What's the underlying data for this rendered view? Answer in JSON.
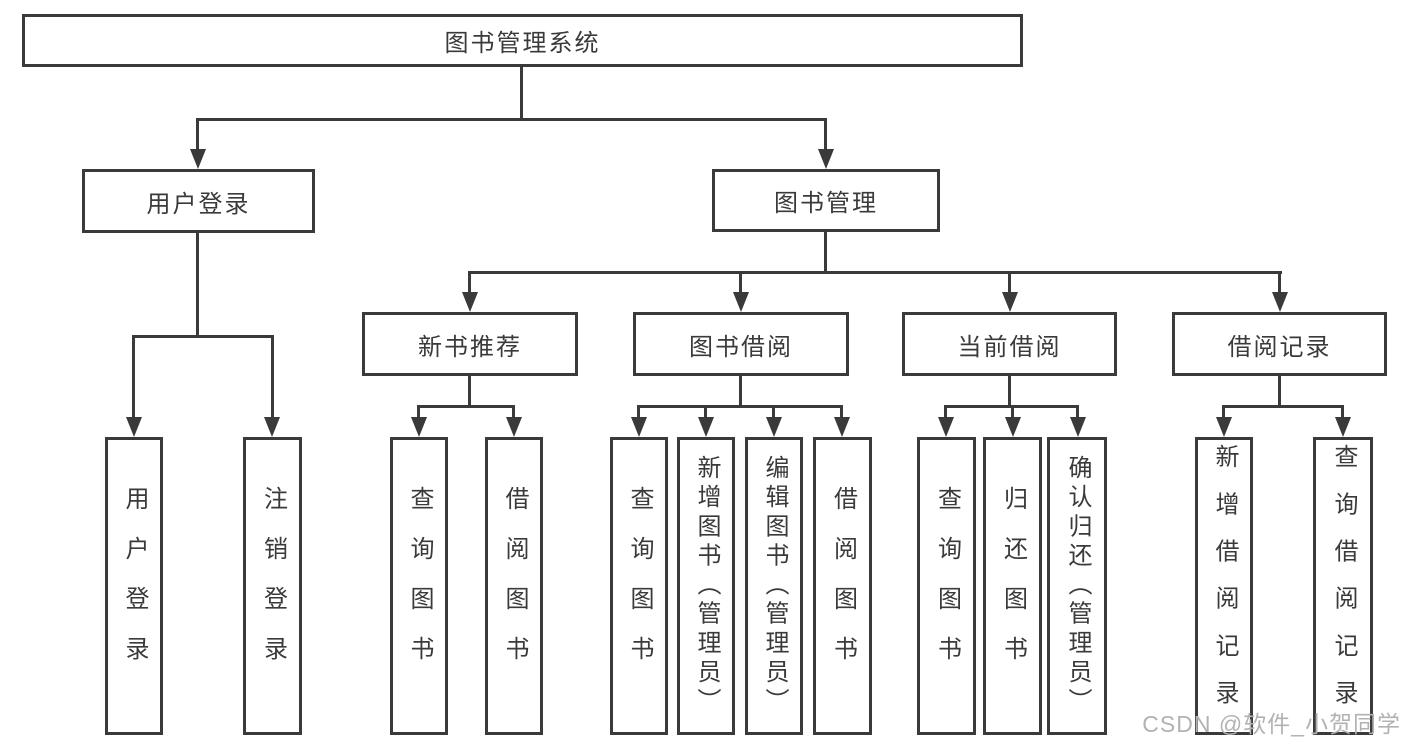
{
  "diagram": {
    "title": "图书管理系统",
    "children": [
      {
        "label": "用户登录",
        "children": [
          "用户登录",
          "注销登录"
        ]
      },
      {
        "label": "图书管理",
        "children": [
          {
            "label": "新书推荐",
            "children": [
              "查询图书",
              "借阅图书"
            ]
          },
          {
            "label": "图书借阅",
            "children": [
              "查询图书",
              "新增图书（管理员）",
              "编辑图书（管理员）",
              "借阅图书"
            ]
          },
          {
            "label": "当前借阅",
            "children": [
              "查询图书",
              "归还图书",
              "确认归还（管理员）"
            ]
          },
          {
            "label": "借阅记录",
            "children": [
              "新增借阅记录",
              "查询借阅记录"
            ]
          }
        ]
      }
    ]
  },
  "watermark": {
    "text": "CSDN @软件_小贺同学"
  },
  "colors": {
    "line": "#3a3a3a",
    "text": "#3a3a3a",
    "background": "#ffffff",
    "watermark": "#b2b2b2"
  }
}
